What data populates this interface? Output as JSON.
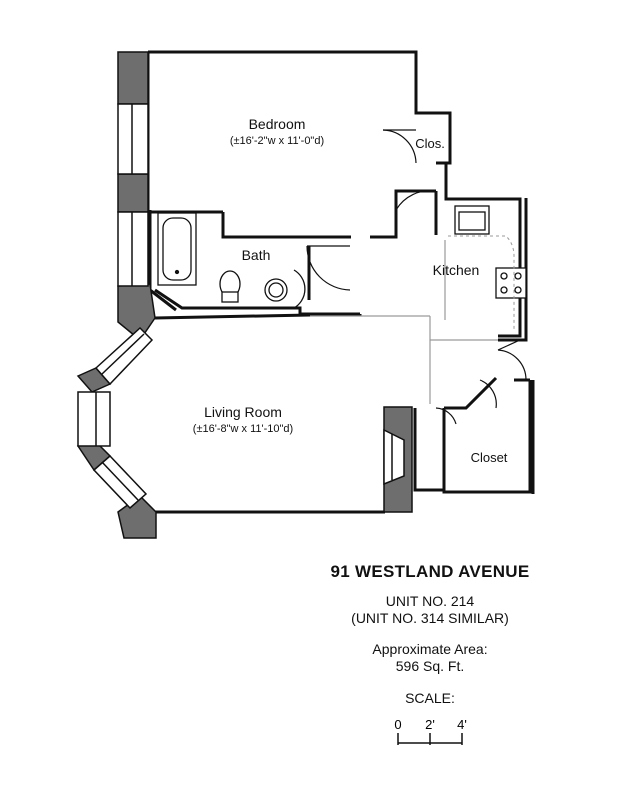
{
  "rooms": {
    "bedroom": {
      "name": "Bedroom",
      "dimensions": "(±16'-2\"w x 11'-0\"d)"
    },
    "closet_small": {
      "name": "Clos."
    },
    "bath": {
      "name": "Bath"
    },
    "kitchen": {
      "name": "Kitchen"
    },
    "living_room": {
      "name": "Living Room",
      "dimensions": "(±16'-8\"w x 11'-10\"d)"
    },
    "closet": {
      "name": "Closet"
    }
  },
  "info": {
    "address": "91 WESTLAND AVENUE",
    "unit": "UNIT NO. 214",
    "unit_similar": "(UNIT NO. 314 SIMILAR)",
    "area_label": "Approximate Area:",
    "area_value": "596 Sq. Ft."
  },
  "scale": {
    "label": "SCALE:",
    "ticks": [
      "0",
      "2'",
      "4'"
    ]
  },
  "colors": {
    "wall": "#111111",
    "column": "#6e6e6e",
    "thin_line": "#9a9a9a"
  }
}
